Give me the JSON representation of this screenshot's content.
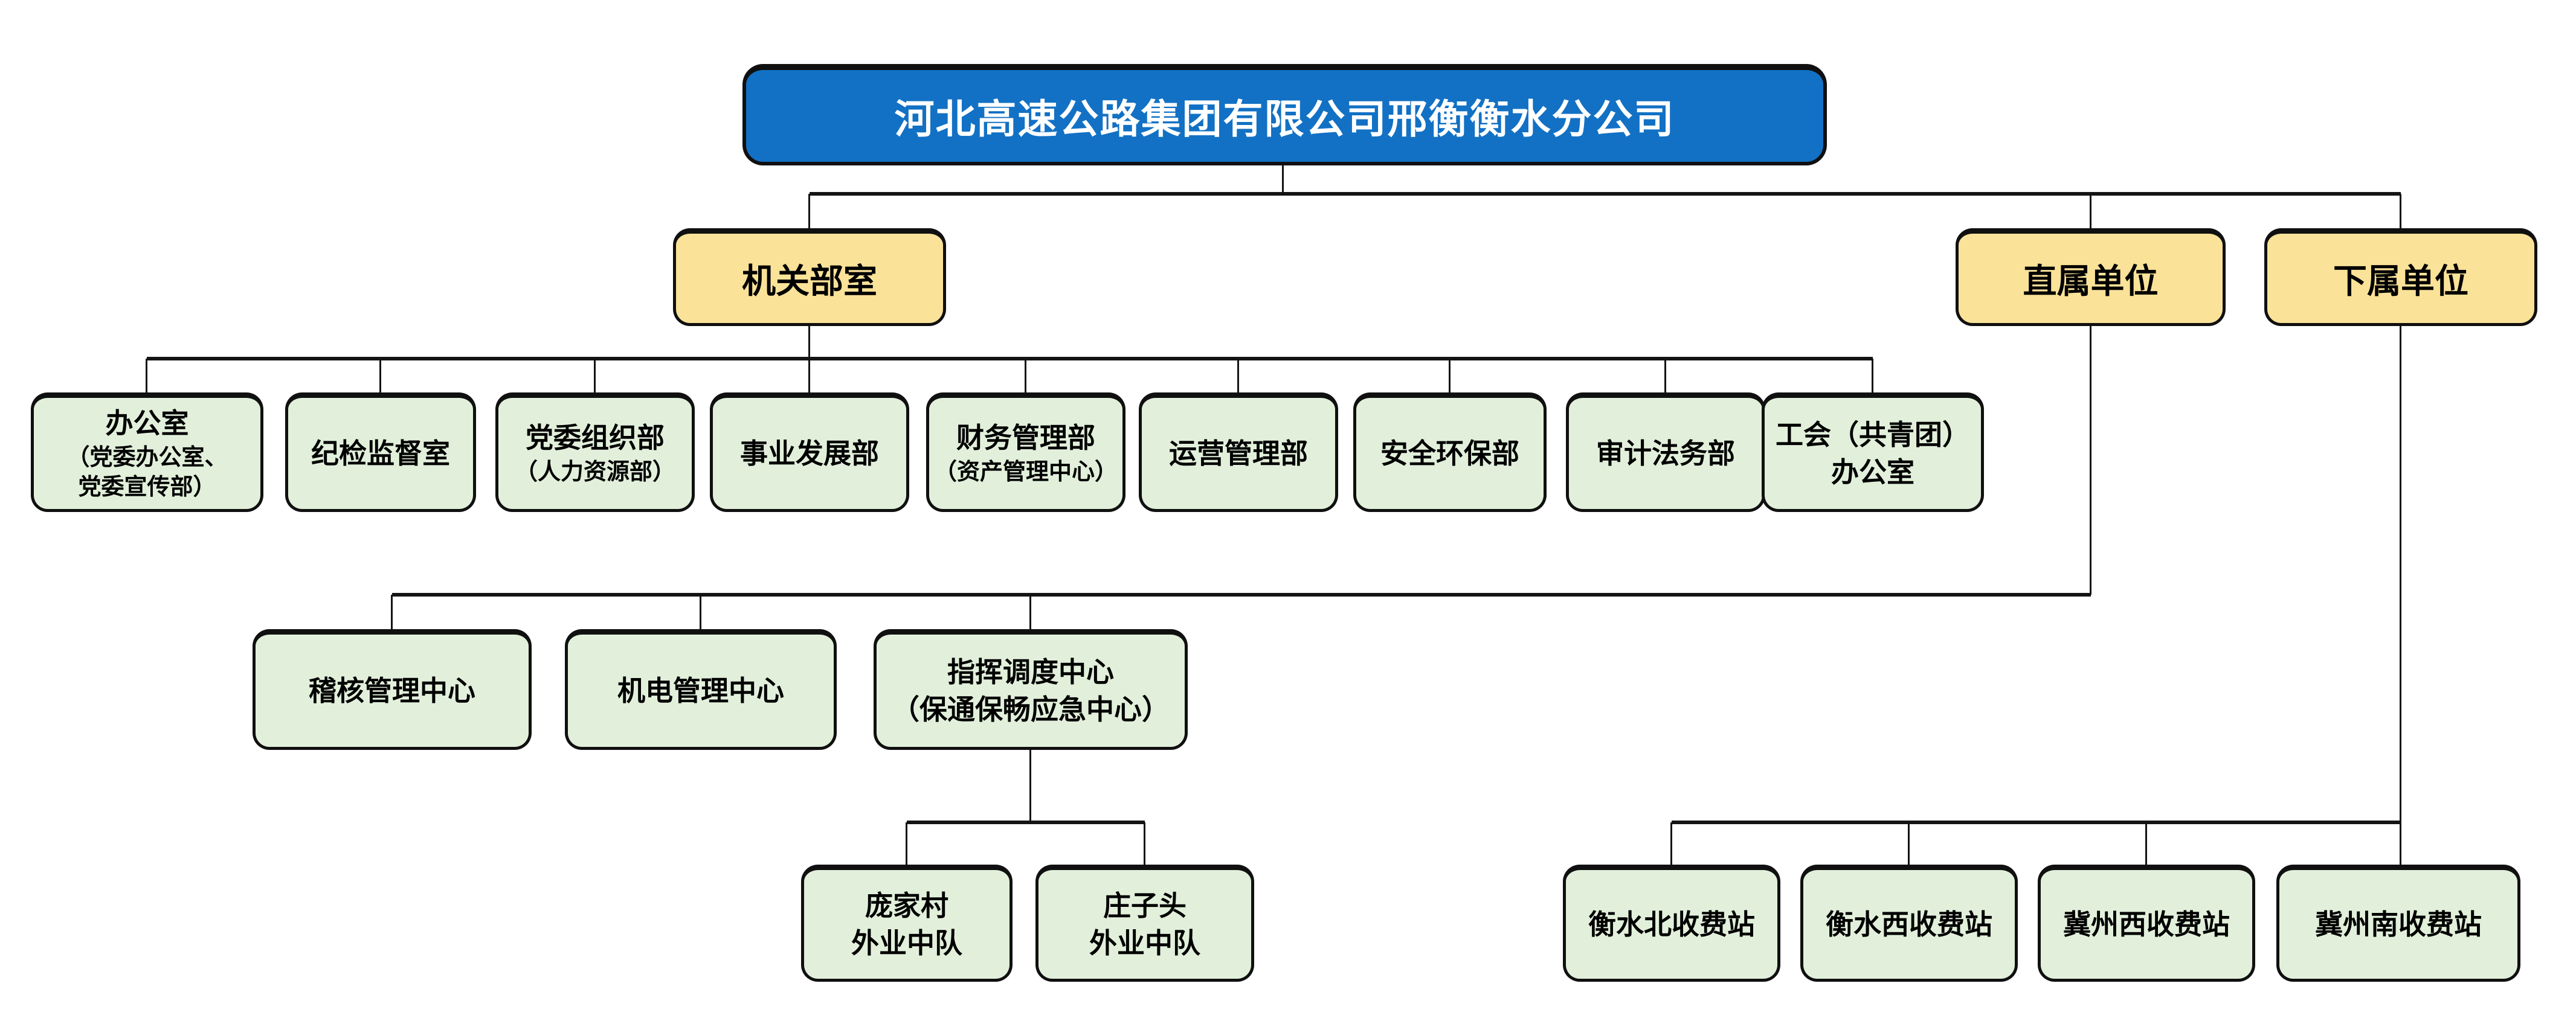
{
  "org_chart": {
    "root": {
      "label": "河北高速公路集团有限公司邢衡衡水分公司"
    },
    "branches": [
      {
        "label": "机关部室"
      },
      {
        "label": "直属单位"
      },
      {
        "label": "下属单位"
      }
    ],
    "departments": [
      {
        "main": "办公室",
        "sub": "（党委办公室、\n党委宣传部）"
      },
      {
        "main": "纪检监督室",
        "sub": ""
      },
      {
        "main": "党委组织部",
        "sub": "（人力资源部）"
      },
      {
        "main": "事业发展部",
        "sub": ""
      },
      {
        "main": "财务管理部",
        "sub": "（资产管理中心）"
      },
      {
        "main": "运营管理部",
        "sub": ""
      },
      {
        "main": "安全环保部",
        "sub": ""
      },
      {
        "main": "审计法务部",
        "sub": ""
      },
      {
        "main": "工会（共青团）\n办公室",
        "sub": ""
      }
    ],
    "direct_units": [
      {
        "main": "稽核管理中心"
      },
      {
        "main": "机电管理中心"
      },
      {
        "main": "指挥调度中心\n（保通保畅应急中心）"
      }
    ],
    "field_teams": [
      {
        "main": "庞家村\n外业中队"
      },
      {
        "main": "庄子头\n外业中队"
      }
    ],
    "toll_stations": [
      {
        "main": "衡水北收费站"
      },
      {
        "main": "衡水西收费站"
      },
      {
        "main": "冀州西收费站"
      },
      {
        "main": "冀州南收费站"
      }
    ],
    "colors": {
      "root_fill": "#1271C4",
      "root_text": "#FFFFFF",
      "branch_fill": "#FAE298",
      "unit_fill": "#E2F0DB",
      "border": "#101010",
      "line": "#141414",
      "text": "#000000"
    }
  }
}
